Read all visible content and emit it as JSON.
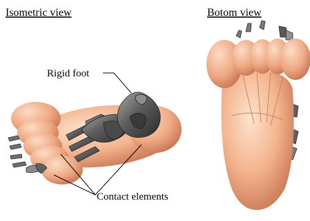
{
  "figure": {
    "left_title": "Isometric view",
    "right_title": "Botom view",
    "label_rigid_foot": "Rigid foot",
    "label_contact_elements": "Contact elements"
  },
  "colors": {
    "skin": "#f3b48e",
    "skin_dark": "#d88a64",
    "skin_light": "#fbd6bd",
    "bone": "#595959",
    "bone_dark": "#2f2f2f",
    "bone_light": "#9a9a9a",
    "leader": "#000000"
  }
}
